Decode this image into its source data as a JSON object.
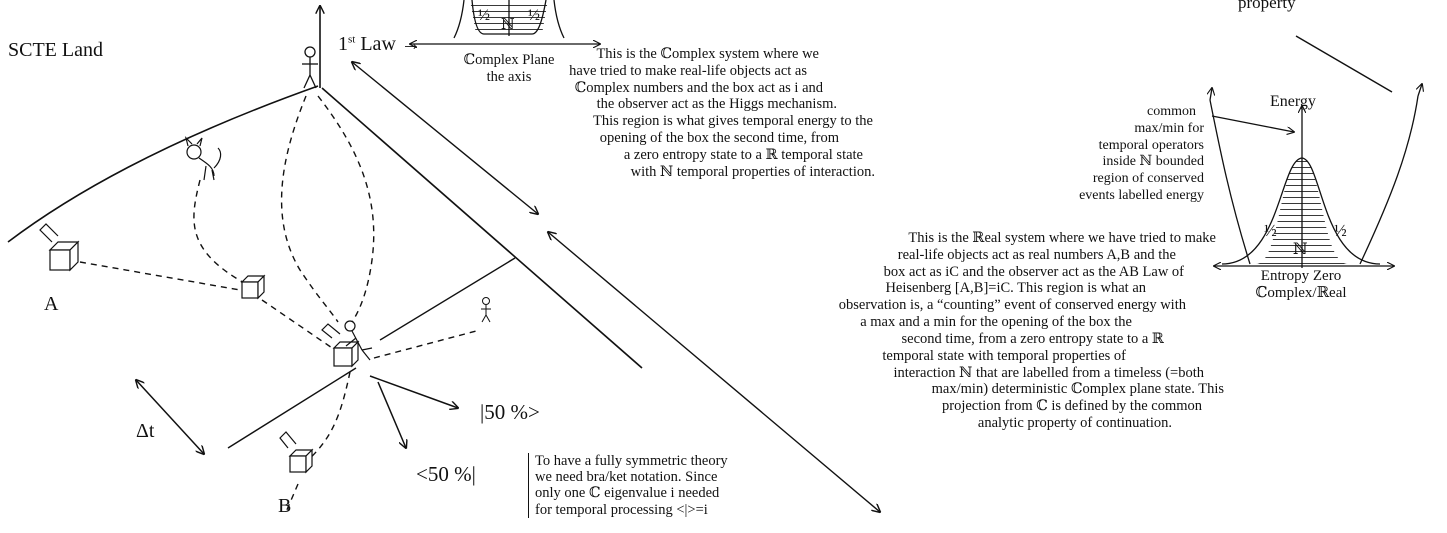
{
  "land_title": "SCTE Land",
  "labels": {
    "a": "A",
    "b": "B",
    "delta_t": "Δt",
    "ket": "|50 %>",
    "bra": "<50 %|"
  },
  "complex_text": [
    "This is the ℂomplex system where we",
    "have tried to make real-life objects act as",
    "ℂomplex numbers and the box act as i and",
    "the observer act as the Higgs mechanism.",
    "This region is what gives temporal energy to the",
    "opening of the box the second time, from",
    "a zero entropy state to a ℝ temporal state",
    "with ℕ temporal properties of interaction."
  ],
  "real_text": [
    "This is the ℝeal system where we have tried to make",
    "real-life objects act as real numbers A,B and the",
    "box act as iC and the observer act as the AB Law of",
    "Heisenberg [A,B]=iC. This region is what an",
    "observation is, a “counting” event of conserved energy with",
    "a max and a min for the opening of the box the",
    "second time, from a zero entropy state to a ℝ",
    "temporal state with temporal properties of",
    "interaction ℕ that are labelled from a timeless (=both",
    "max/min) deterministic ℂomplex plane state. This",
    "projection from ℂ is defined by the common",
    "analytic property of continuation."
  ],
  "braket_text": [
    "To have a fully symmetric theory",
    "we need bra/ket notation. Since",
    "only one ℂ eigenvalue i needed",
    "for temporal processing <|>=i"
  ],
  "first_law": {
    "label": "1st Law →",
    "half_left": "½",
    "half_right": "½",
    "n_symbol": "ℕ",
    "caption": [
      "ℂomplex Plane",
      "the axis"
    ]
  },
  "property_label": "property",
  "energy_panel": {
    "title": "Energy",
    "note": [
      "common",
      "max/min for",
      "temporal operators",
      "inside ℕ bounded",
      "region of conserved",
      "events labelled energy"
    ],
    "half_left": "½",
    "half_right": "½",
    "n_symbol": "ℕ",
    "caption": [
      "Entropy Zero",
      "ℂomplex/ℝeal"
    ]
  }
}
